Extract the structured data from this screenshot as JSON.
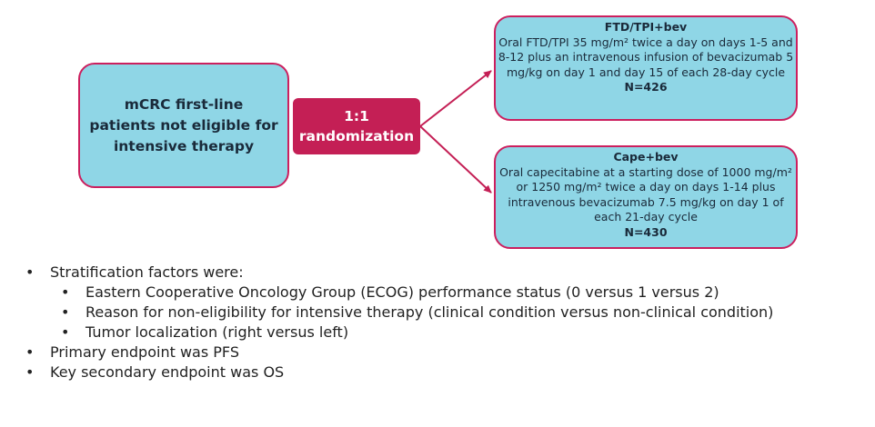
{
  "diagram": {
    "patients": "mCRC first-line patients not eligible for intensive therapy",
    "randomization": {
      "ratio": "1:1",
      "label": "randomization"
    },
    "arms": [
      {
        "title": "FTD/TPI+bev",
        "description": "Oral FTD/TPI 35 mg/m² twice a day on days 1-5 and 8-12 plus an intravenous infusion of bevacizumab 5 mg/kg on day 1 and day 15 of each 28-day cycle",
        "n": "N=426"
      },
      {
        "title": "Cape+bev",
        "description": "Oral capecitabine at a starting dose of 1000 mg/m² or 1250 mg/m² twice a day on days 1-14 plus intravenous bevacizumab 7.5 mg/kg on day 1 of each 21-day cycle",
        "n": "N=430"
      }
    ]
  },
  "bullets": {
    "stratification": "Stratification factors were:",
    "factors": [
      "Eastern Cooperative Oncology Group (ECOG) performance status (0 versus 1 versus 2)",
      "Reason for non-eligibility for intensive therapy (clinical condition versus non-clinical condition)",
      "Tumor localization (right versus left)"
    ],
    "primary": "Primary endpoint was PFS",
    "secondary": "Key secondary endpoint was OS"
  },
  "colors": {
    "box_fill": "#8fd6e6",
    "accent": "#c41f55"
  }
}
